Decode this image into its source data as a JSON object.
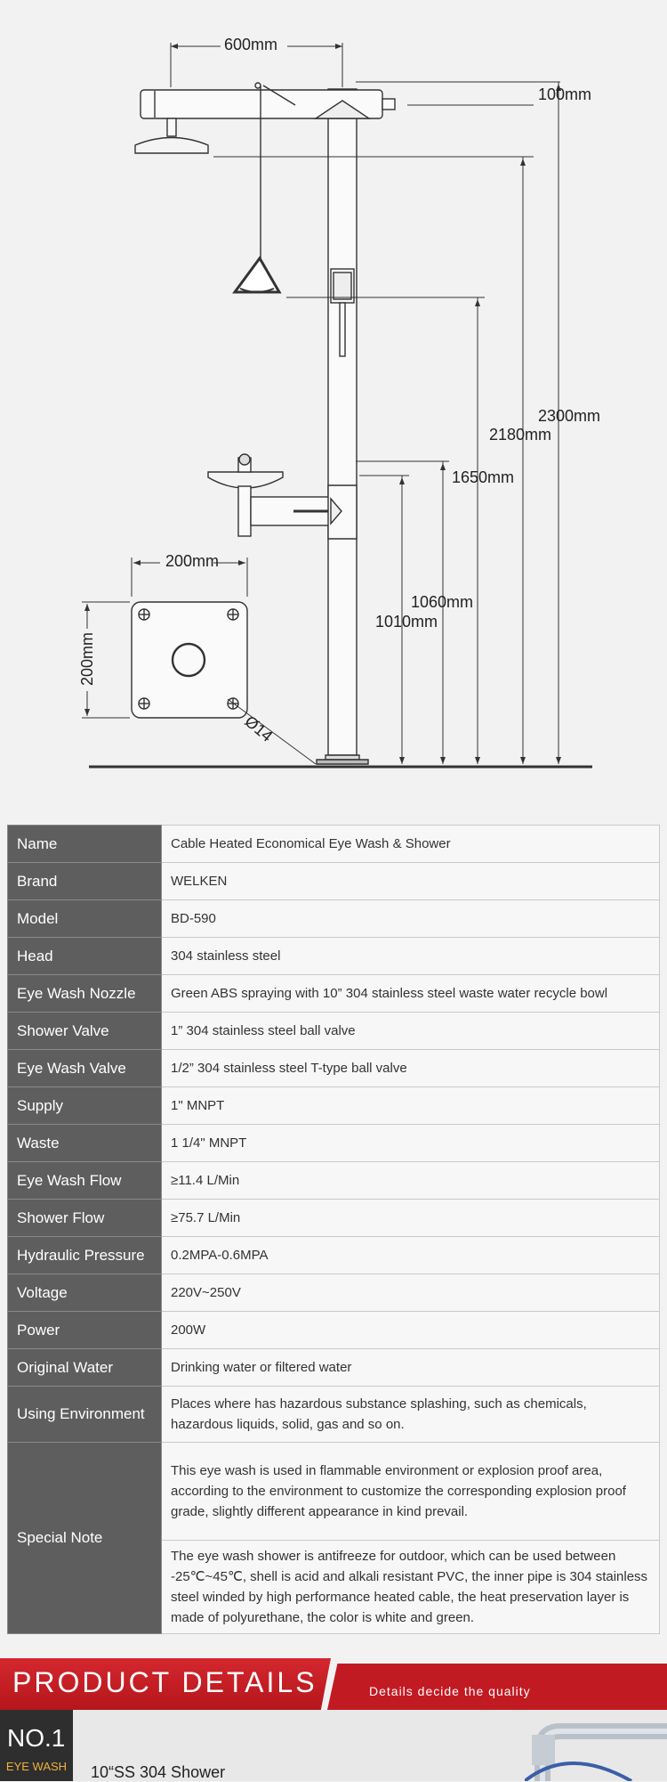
{
  "diagram": {
    "labels": {
      "width_600": "600mm",
      "head_100": "100mm",
      "h_2300": "2300mm",
      "h_2180": "2180mm",
      "h_1650": "1650mm",
      "h_1060": "1060mm",
      "h_1010": "1010mm",
      "base_w": "200mm",
      "base_h": "200mm",
      "hole": "Ø14"
    }
  },
  "spec_table": {
    "rows": [
      {
        "label": "Name",
        "value": "Cable Heated Economical Eye Wash & Shower"
      },
      {
        "label": "Brand",
        "value": "WELKEN"
      },
      {
        "label": "Model",
        "value": "BD-590"
      },
      {
        "label": "Head",
        "value": "304 stainless steel"
      },
      {
        "label": "Eye Wash Nozzle",
        "value": "Green ABS spraying with 10” 304 stainless steel waste water recycle bowl"
      },
      {
        "label": "Shower Valve",
        "value": "1” 304 stainless steel ball valve"
      },
      {
        "label": "Eye Wash Valve",
        "value": "1/2” 304 stainless steel T-type ball valve"
      },
      {
        "label": "Supply",
        "value": "1\" MNPT"
      },
      {
        "label": "Waste",
        "value": "1 1/4\" MNPT"
      },
      {
        "label": "Eye Wash Flow",
        "value": "≥11.4 L/Min"
      },
      {
        "label": "Shower Flow",
        "value": "≥75.7 L/Min"
      },
      {
        "label": "Hydraulic Pressure",
        "value": "0.2MPA-0.6MPA"
      },
      {
        "label": "Voltage",
        "value": "220V~250V"
      },
      {
        "label": "Power",
        "value": "200W"
      },
      {
        "label": "Original Water",
        "value": "Drinking water or filtered water"
      },
      {
        "label": "Using Environment",
        "value": "Places where has hazardous substance splashing, such as chemicals, hazardous liquids, solid, gas and so on."
      }
    ],
    "special_note": {
      "label": "Special Note",
      "note1": "This eye wash is used in flammable environment or explosion proof area, according to the environment to customize the corresponding explosion proof grade, slightly different appearance in kind prevail.",
      "note2": "The eye wash shower is antifreeze for outdoor, which can be used between -25℃~45℃, shell is acid and alkali resistant PVC, the inner pipe is 304 stainless steel winded by high performance heated cable, the heat preservation layer is made of polyurethane, the color is white and green."
    }
  },
  "banner": {
    "title": "PRODUCT DETAILS",
    "subtitle": "Details decide the quality"
  },
  "detail": {
    "badge": "NO.1",
    "tag": "EYE WASH",
    "product_name": "10“SS 304 Shower"
  },
  "colors": {
    "banner_red": "#c21a22",
    "label_bg": "#5e5e5e",
    "tag_orange": "#f0b23a"
  }
}
